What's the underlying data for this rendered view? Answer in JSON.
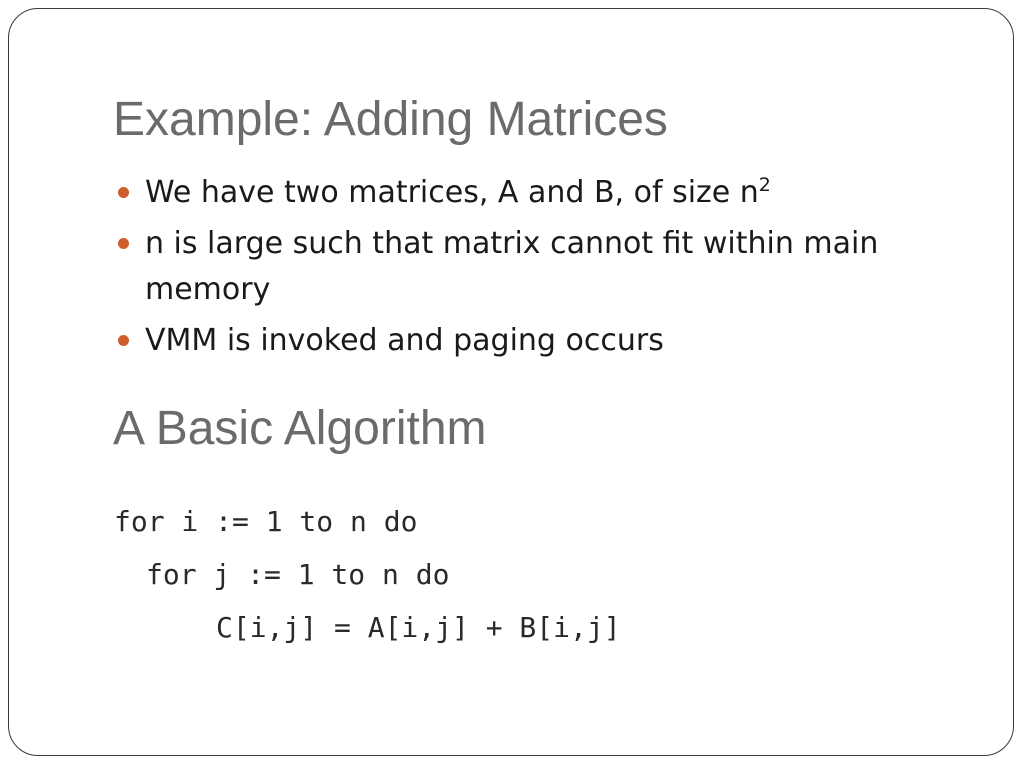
{
  "slide": {
    "title": "Example: Adding Matrices",
    "bullets": [
      {
        "text": "We have two matrices, A and B, of size n",
        "superscript": "2"
      },
      {
        "text": "n is large such that matrix cannot fit within main memory"
      },
      {
        "text": "VMM is invoked and paging occurs"
      }
    ],
    "subtitle": "A Basic Algorithm",
    "code_lines": [
      "for i := 1 to n do",
      "for j := 1 to n do",
      "C[i,j] = A[i,j] + B[i,j]"
    ],
    "colors": {
      "title": "#6b6b6b",
      "bullet_marker": "#cf5d2e",
      "frame": "#3a3a3a"
    }
  }
}
